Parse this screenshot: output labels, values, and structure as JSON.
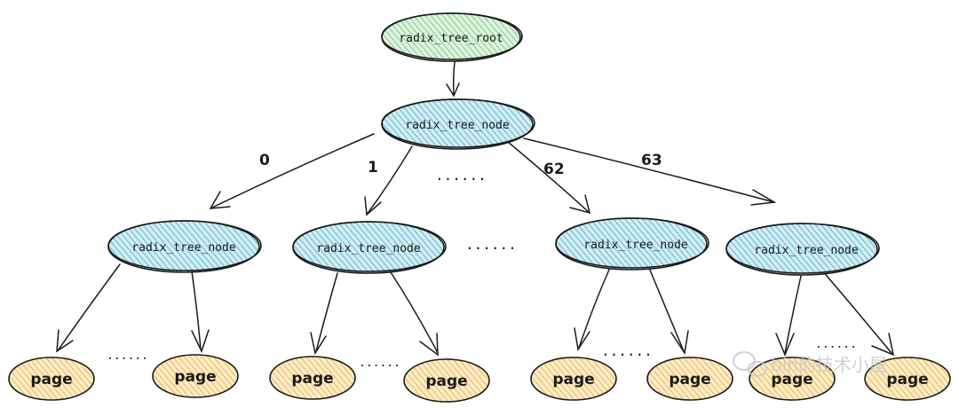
{
  "root": {
    "label": "radix_tree_root",
    "fill_color": "#a8dfa8"
  },
  "level1": {
    "label": "radix_tree_node",
    "fill_color": "#7ec8d8"
  },
  "level2": [
    {
      "label": "radix_tree_node"
    },
    {
      "label": "radix_tree_node"
    },
    {
      "label": "radix_tree_node"
    },
    {
      "label": "radix_tree_node"
    }
  ],
  "edge_labels": [
    "0",
    "1",
    "62",
    "63"
  ],
  "pages": [
    {
      "label": "page"
    },
    {
      "label": "page"
    },
    {
      "label": "page"
    },
    {
      "label": "page"
    },
    {
      "label": "page"
    },
    {
      "label": "page"
    },
    {
      "label": "page"
    },
    {
      "label": "page"
    }
  ],
  "page_fill_color": "#f5cf80",
  "ellipsis": {
    "level1": "......",
    "level2": "......",
    "pages": [
      "......",
      "......",
      "......",
      "......"
    ]
  },
  "watermark": {
    "text": "bin的技术小屋"
  }
}
